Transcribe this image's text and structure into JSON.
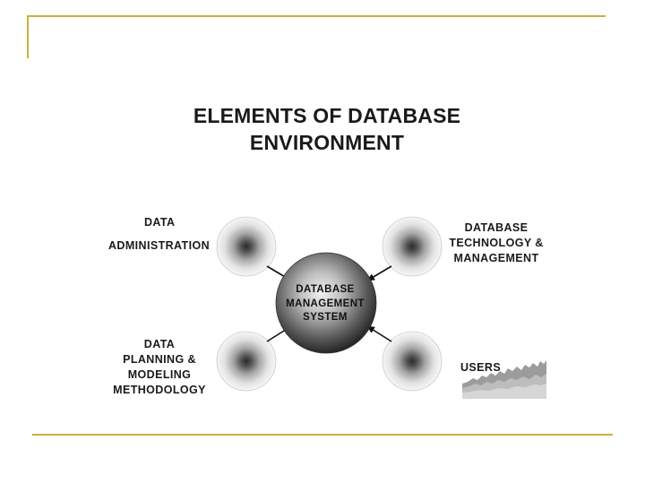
{
  "title": {
    "line1": "ELEMENTS OF DATABASE",
    "line2": "ENVIRONMENT"
  },
  "center": {
    "line1": "DATABASE",
    "line2": "MANAGEMENT",
    "line3": "SYSTEM"
  },
  "nodes": {
    "data_administration": {
      "line1": "DATA",
      "line2": "ADMINISTRATION"
    },
    "database_technology": {
      "line1": "DATABASE",
      "line2": "TECHNOLOGY &",
      "line3": "MANAGEMENT"
    },
    "data_planning": {
      "line1": "DATA",
      "line2": "PLANNING &",
      "line3": "MODELING",
      "line4": "METHODOLOGY"
    },
    "users": {
      "line1": "USERS"
    }
  },
  "colors": {
    "accent": "#c8b040",
    "arrow": "#111111"
  },
  "icons": {
    "users_image": "crowd-silhouette-icon"
  }
}
